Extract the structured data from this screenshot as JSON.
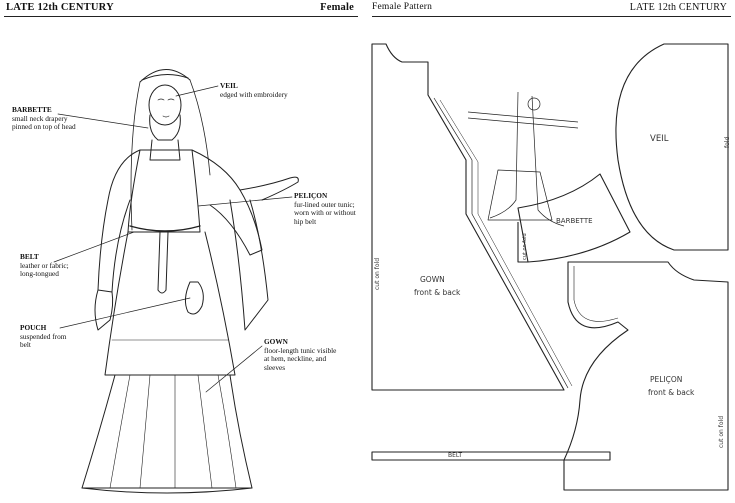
{
  "left_page": {
    "header_left": "LATE 12th CENTURY",
    "header_right": "Female",
    "annotations": [
      {
        "title": "VEIL",
        "text": [
          "edged with embroidery"
        ]
      },
      {
        "title": "BARBETTE",
        "text": [
          "small neck drapery",
          "pinned on top of head"
        ]
      },
      {
        "title": "PELIÇON",
        "text": [
          "fur-lined outer tunic;",
          "worn with or without",
          "hip belt"
        ]
      },
      {
        "title": "BELT",
        "text": [
          "leather or fabric;",
          "long-tongued"
        ]
      },
      {
        "title": "POUCH",
        "text": [
          "suspended from",
          "belt"
        ]
      },
      {
        "title": "GOWN",
        "text": [
          "floor-length tunic visible",
          "at hem, neckline, and",
          "sleeves"
        ]
      }
    ]
  },
  "right_page": {
    "header_left": "Female Pattern",
    "header_right": "LATE 12th CENTURY",
    "pieces": {
      "veil": "VEIL",
      "veil_fold": "fold",
      "barbette": "BARBETTE",
      "barbette_fold": "cut on fold",
      "gown_title": "GOWN",
      "gown_sub": "front & back",
      "gown_fold": "cut on fold",
      "pelicon_title": "PELIÇON",
      "pelicon_sub": "front & back",
      "pelicon_fold": "cut on fold",
      "belt": "BELT"
    }
  }
}
